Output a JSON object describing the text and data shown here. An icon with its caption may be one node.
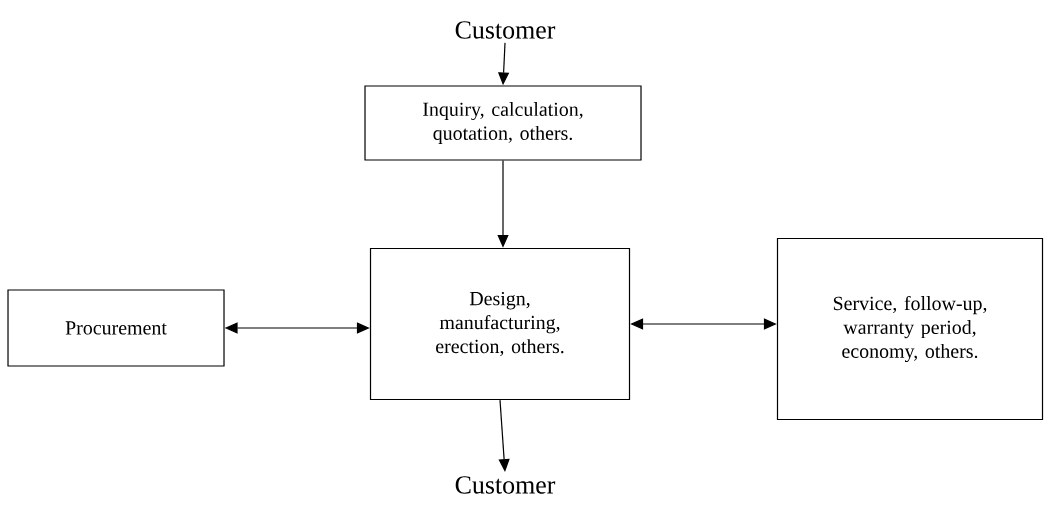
{
  "diagram": {
    "nodes": [
      {
        "text": [
          "Customer"
        ]
      },
      {
        "text": [
          "Inquiry, calculation, quotation, others."
        ]
      },
      {
        "text": [
          "Design, manufacturing, erection, others."
        ]
      },
      {
        "text": [
          "Procurement"
        ]
      },
      {
        "text": [
          "Service, follow-up, warranty period, economy, others."
        ]
      },
      {
        "text": [
          "Customer"
        ]
      }
    ],
    "edges": [
      {
        "from": 0,
        "to": 1,
        "arrow": "to"
      },
      {
        "from": 1,
        "to": 2,
        "arrow": "to"
      },
      {
        "from": 3,
        "to": 2,
        "arrow": "both"
      },
      {
        "from": 2,
        "to": 4,
        "arrow": "both"
      },
      {
        "from": 2,
        "to": 5,
        "arrow": "to"
      }
    ]
  }
}
